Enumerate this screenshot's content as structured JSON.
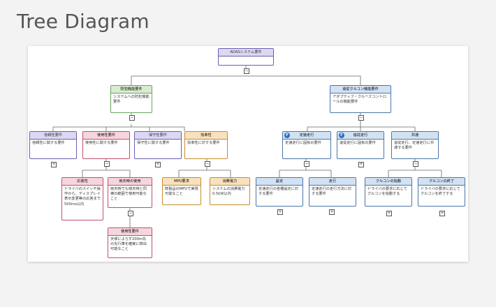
{
  "title": "Tree Diagram",
  "nodes": {
    "root": {
      "header": "ADASシステム要件",
      "body": ""
    },
    "n_hoan": {
      "header": "防犯機能要件",
      "body": "システムへの防犯機能要件"
    },
    "n_cruise": {
      "header": "追従クルコン機能要件",
      "body": "アダプティブ・クルーズコントロールの機能要件"
    },
    "n_reli": {
      "header": "信頼性要件",
      "body": "信頼性に関する要件"
    },
    "n_usab": {
      "header": "使用性要件",
      "body": "使用性に関する要件"
    },
    "n_maint": {
      "header": "保守性要件",
      "body": "保守性に関する要件"
    },
    "n_eff": {
      "header": "効率性",
      "body": "効率性に対する要件"
    },
    "n_const": {
      "header": "定速走行",
      "body": "定速走行に固有の要件",
      "badge": "F"
    },
    "n_follow": {
      "header": "追従走行",
      "body": "追従走行に固有の要件",
      "badge": "F"
    },
    "n_common": {
      "header": "共通",
      "body": "追従走行、定速走行に共通する要件"
    },
    "n_resp": {
      "header": "応答性",
      "body": "ドライバのスイッチ操作から、ディスプレイ表示変更等の応答まで500ms以内"
    },
    "n_rain": {
      "header": "雨天時の使用",
      "body": "雨天時でも晴天時と同様の範囲で使用可能なこと"
    },
    "n_usage": {
      "header": "使用性要件",
      "body": "天候によらず200m先の先行車を確実に検出可能なこと"
    },
    "n_mpu": {
      "header": "MPU要求",
      "body": "既製品のMPUで実現可能なこと"
    },
    "n_power": {
      "header": "消費電力",
      "body": "システムの消費電力0.5kW以内"
    },
    "n_setting": {
      "header": "設定",
      "body": "定速走行の各種設定に対する要件"
    },
    "n_driving": {
      "header": "走行",
      "body": "定速走行の走行方法に対する要件"
    },
    "n_start": {
      "header": "クルコンの始動",
      "body": "ドライバの要求に応じてクルコンを始動する"
    },
    "n_end": {
      "header": "クルコンの終了",
      "body": "ドライバの要求に応じてクルコンを終了する"
    }
  },
  "toggles": {
    "collapse": "−",
    "expand": "+"
  },
  "colors": {
    "purple": "#6a5fb0",
    "green": "#6aa35b",
    "blue": "#4a76a8",
    "pink": "#c0506a",
    "orange": "#c98a2e"
  }
}
